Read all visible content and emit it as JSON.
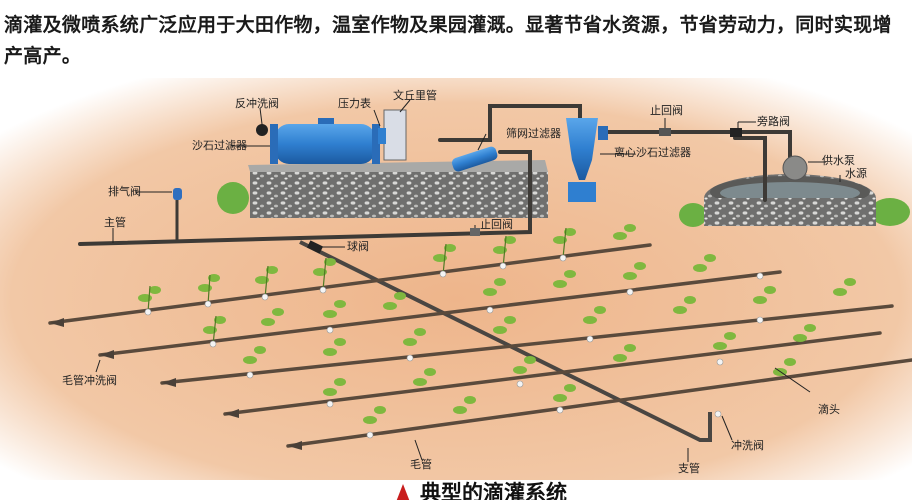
{
  "intro_text": "滴灌及微喷系统广泛应用于大田作物，温室作物及果园灌溉。显著节省水资源，节省劳动力，同时实现增产高产。",
  "caption": "典型的滴灌系统",
  "colors": {
    "soil": "#edb990",
    "soil_light": "#f7dcc6",
    "pipe": "#3d3a36",
    "equipment_blue": "#2f7fd0",
    "gravel": "#8a8a88",
    "plant_green": "#7fb83f",
    "caption_marker": "#c81e1e"
  },
  "labels": {
    "backwash_valve": "反冲洗阀",
    "pressure_gauge": "压力表",
    "venturi": "文丘里管",
    "sand_filter": "沙石过滤器",
    "screen_filter": "筛网过滤器",
    "centrifugal_filter": "离心沙石过滤器",
    "check_valve_top": "止回阀",
    "bypass_valve": "旁路阀",
    "supply_pump": "供水泵",
    "water_source": "水源",
    "air_valve": "排气阀",
    "main_pipe": "主管",
    "check_valve_main": "止回阀",
    "ball_valve": "球阀",
    "lateral_flush_valve": "毛管冲洗阀",
    "emitter": "滴头",
    "lateral": "毛管",
    "sub_main": "支管",
    "flush_valve": "冲洗阀"
  }
}
